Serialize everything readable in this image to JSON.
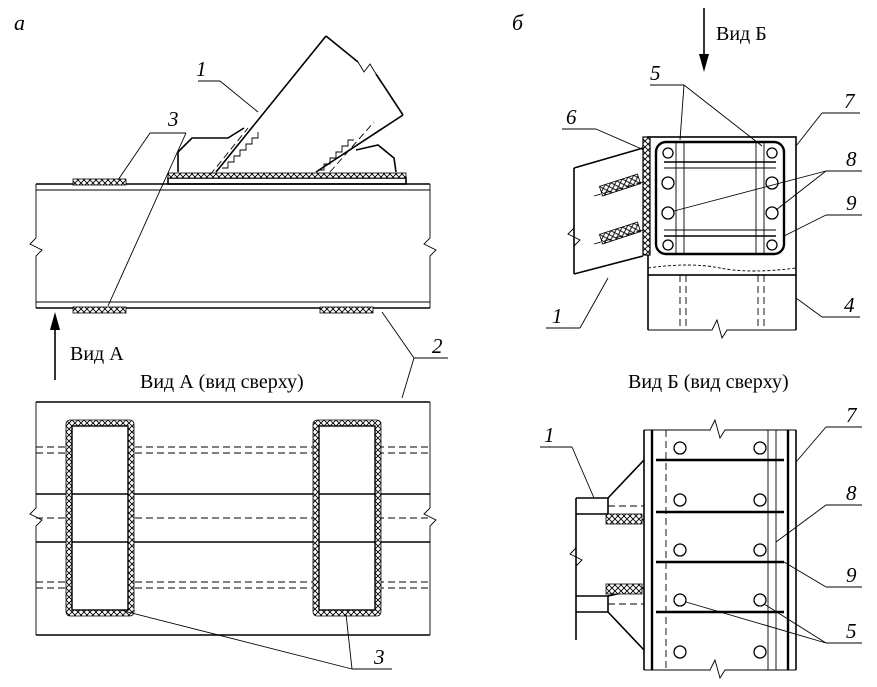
{
  "panels": {
    "a": "а",
    "b": "б"
  },
  "views": {
    "view_a_arrow": "Вид А",
    "view_a_title": "Вид А (вид сверху)",
    "view_b_arrow": "Вид Б",
    "view_b_title": "Вид Б (вид сверху)"
  },
  "callouts": {
    "a_top_1": "1",
    "a_top_3": "3",
    "a_2": "2",
    "a_bottom_3": "3",
    "b_top_5": "5",
    "b_top_6": "6",
    "b_top_7": "7",
    "b_top_8": "8",
    "b_top_9": "9",
    "b_top_1": "1",
    "b_top_4": "4",
    "b_bot_1": "1",
    "b_bot_7": "7",
    "b_bot_8": "8",
    "b_bot_9": "9",
    "b_bot_5": "5"
  }
}
